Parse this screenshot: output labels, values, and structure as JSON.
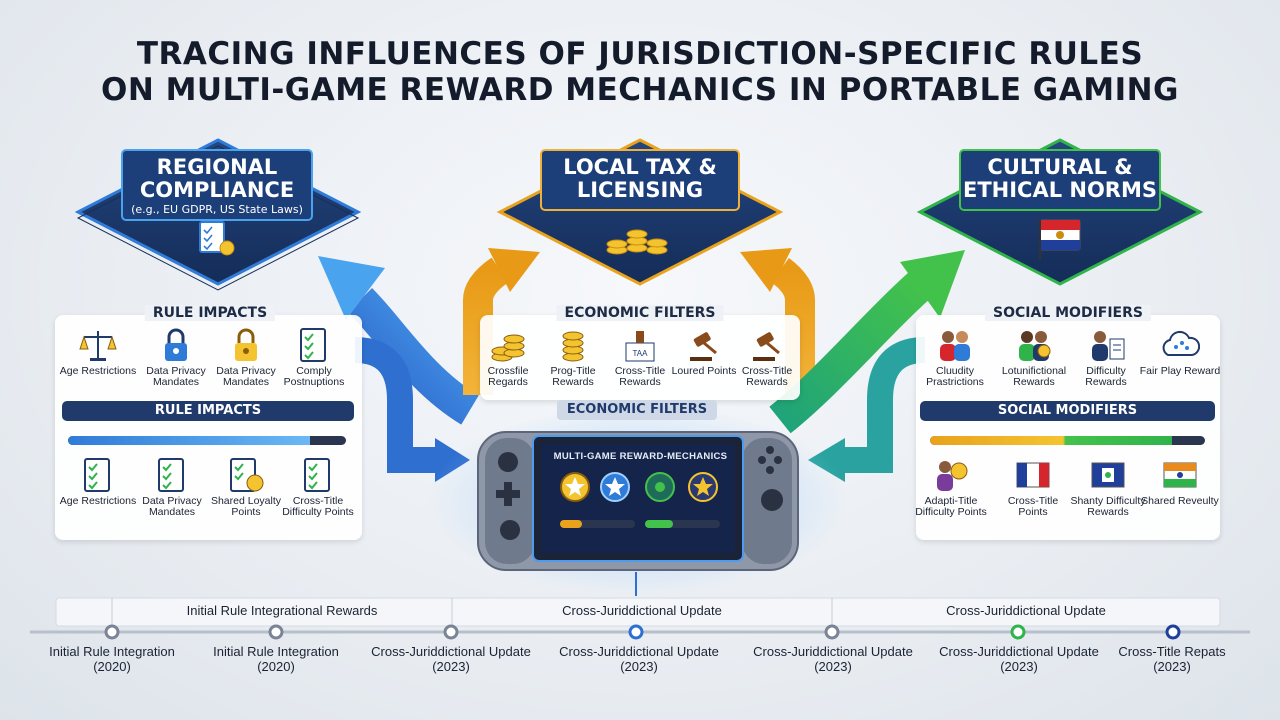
{
  "title": {
    "line1": "TRACING INFLUENCES OF JURISDICTION-SPECIFIC RULES",
    "line2": "ON MULTI-GAME REWARD MECHANICS IN PORTABLE GAMING"
  },
  "hexes": [
    {
      "line1": "REGIONAL",
      "line2": "COMPLIANCE",
      "sub": "(e.g., EU GDPR, US State Laws)",
      "color": "#2f7bd8",
      "icon": "checklist-icon"
    },
    {
      "line1": "LOCAL TAX &",
      "line2": "LICENSING",
      "sub": "",
      "color": "#e8a21c",
      "icon": "coins-icon"
    },
    {
      "line1": "CULTURAL &",
      "line2": "ETHICAL NORMS",
      "sub": "",
      "color": "#2fb34a",
      "icon": "flag-icon"
    }
  ],
  "panels": {
    "left": {
      "title": "RULE IMPACTS",
      "bar": "RULE IMPACTS",
      "top_items": [
        {
          "label": "Age Restrictions",
          "icon": "scales-icon"
        },
        {
          "label": "Data Privacy Mandates",
          "icon": "lock-icon"
        },
        {
          "label": "Data Privacy Mandates",
          "icon": "lock-icon"
        },
        {
          "label": "Comply Postnuptions",
          "icon": "checklist-icon"
        }
      ],
      "bottom_items": [
        {
          "label": "Age Restrictions",
          "icon": "checklist-icon"
        },
        {
          "label": "Data Privacy Mandates",
          "icon": "checklist-icon"
        },
        {
          "label": "Shared Loyalty Points",
          "icon": "checklist-coin-icon"
        },
        {
          "label": "Cross-Title Difficulty Points",
          "icon": "checklist-icon"
        }
      ]
    },
    "center": {
      "title": "ECONOMIC FILTERS",
      "tag": "ECONOMIC FILTERS",
      "items": [
        {
          "label": "Crossfile Regards",
          "icon": "coins-icon"
        },
        {
          "label": "Prog-Title Rewards",
          "icon": "coins-icon"
        },
        {
          "label": "Cross-Title Rewards",
          "icon": "tax-icon"
        },
        {
          "label": "Loured Points",
          "icon": "gavel-icon"
        },
        {
          "label": "Cross-Title Rewards",
          "icon": "gavel-icon"
        }
      ],
      "tax_text": "TAA"
    },
    "right": {
      "title": "SOCIAL MODIFIERS",
      "bar": "SOCIAL MODIFIERS",
      "top_items": [
        {
          "label": "Cluudity Prastrictions",
          "icon": "people-icon"
        },
        {
          "label": "Lotunifictional Rewards",
          "icon": "people-coin-icon"
        },
        {
          "label": "Difficulty Rewards",
          "icon": "person-doc-icon"
        },
        {
          "label": "Fair Play Reward",
          "icon": "cloud-icon"
        }
      ],
      "bottom_items": [
        {
          "label": "Adapti-Title Difficulty Points",
          "icon": "people-coin-icon"
        },
        {
          "label": "Cross-Title Points",
          "icon": "flag-icon"
        },
        {
          "label": "Shanty Difficulty Rewards",
          "icon": "flag-icon"
        },
        {
          "label": "Shared Reveulty",
          "icon": "flag-icon"
        }
      ]
    }
  },
  "console": {
    "screen_title": "MULTI-GAME REWARD-MECHANICS",
    "colors": {
      "body": "#8e98a8",
      "screen": "#15244a",
      "glow": "#7fb8ff"
    }
  },
  "timeline": {
    "top_labels": [
      "Initial Rule Integrational Rewards",
      "Cross-Juriddictional Update",
      "Cross-Juriddictional Update"
    ],
    "milestones": [
      {
        "line1": "Initial Rule Integration",
        "line2": "(2020)"
      },
      {
        "line1": "Initial Rule Integration",
        "line2": "(2020)"
      },
      {
        "line1": "Cross-Juriddictional Update",
        "line2": "(2023)"
      },
      {
        "line1": "Cross-Juriddictional Update",
        "line2": "(2023)"
      },
      {
        "line1": "Cross-Juriddictional Update",
        "line2": "(2023)"
      },
      {
        "line1": "Cross-Juriddictional Update",
        "line2": "(2023)"
      },
      {
        "line1": "Cross-Title Repats",
        "line2": "(2023)"
      }
    ]
  }
}
